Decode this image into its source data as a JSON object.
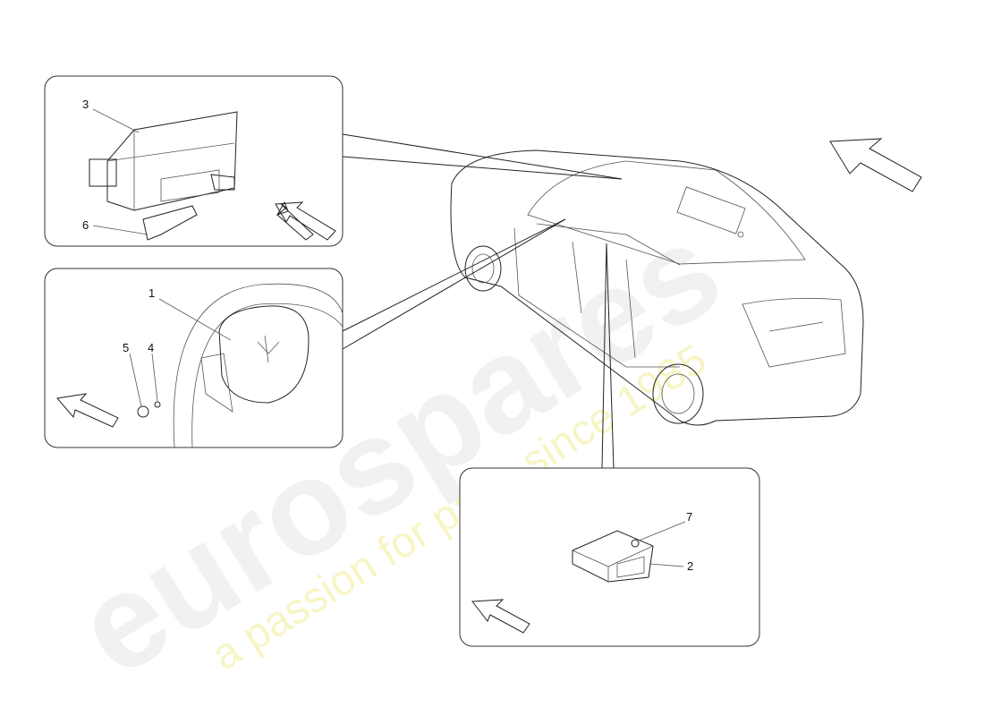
{
  "watermark": {
    "brand": "eurospares",
    "tagline": "a passion for parts since 1985"
  },
  "callouts": {
    "top_box": {
      "part_3": "3",
      "part_6": "6"
    },
    "middle_box": {
      "part_1": "1",
      "part_5": "5",
      "part_4": "4"
    },
    "bottom_box": {
      "part_7": "7",
      "part_2": "2"
    }
  }
}
